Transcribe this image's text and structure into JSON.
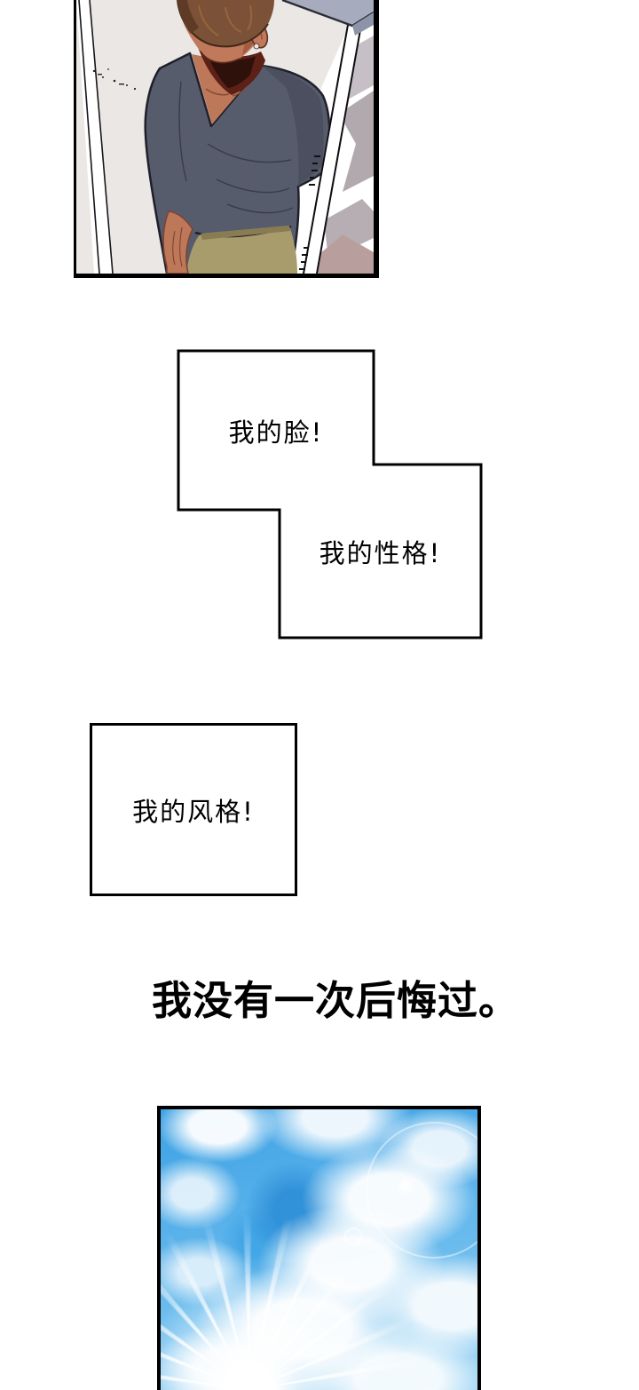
{
  "speech_boxes": {
    "face": "我的脸!",
    "personality": "我的性格!",
    "style": "我的风格!"
  },
  "narration": "我没有一次后悔过。",
  "colors": {
    "ink": "#000000",
    "panel_background": "#eae7e4",
    "shirt": "#575c6d",
    "shirt_shadow": "#4b4f5f",
    "skin": "#c0795a",
    "skin_shadow": "#a35c40",
    "neck_shadow": "#2e110b",
    "hair": "#7b5237",
    "pants": "#a89b6c",
    "ceiling_gray": "#a6abbd",
    "wall_shadow": "#b1a9ae",
    "sky_deep": "#2f9ce2",
    "sky_light": "#8ccdf2"
  }
}
